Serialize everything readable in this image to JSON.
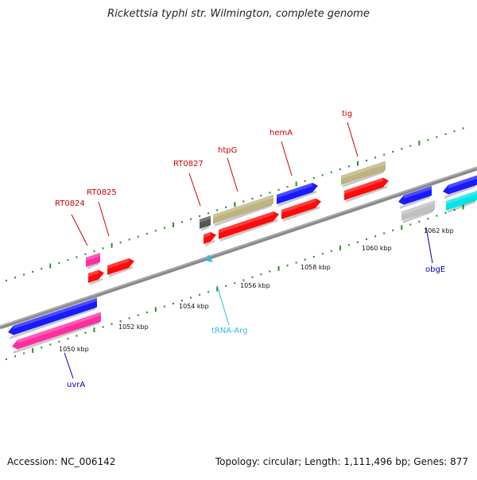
{
  "title": "Rickettsia typhi str. Wilmington, complete genome",
  "footer": {
    "accession": "Accession: NC_006142",
    "summary": "Topology: circular; Length: 1,111,496 bp; Genes: 877"
  },
  "colors": {
    "background": "#ffffff",
    "backbone": "#808080",
    "tick": "#2e8b2e",
    "label_red": "#cc0000",
    "label_blue": "#0000b0",
    "label_cyan": "#33bbdd",
    "feature_blue": "#1a1aff",
    "feature_pink": "#ff2ea0",
    "feature_red": "#ff0a0a",
    "feature_khaki": "#bdb480",
    "feature_gray": "#c0c0c0",
    "feature_dark": "#555555",
    "feature_cyan": "#00e5e5"
  },
  "map": {
    "scale_labels": [
      "1050 kbp",
      "1052 kbp",
      "1054 kbp",
      "1056 kbp",
      "1058 kbp",
      "1060 kbp",
      "1062 kbp"
    ],
    "gene_labels": [
      {
        "text": "RT0824",
        "color": "label_red"
      },
      {
        "text": "RT0825",
        "color": "label_red"
      },
      {
        "text": "RT0827",
        "color": "label_red"
      },
      {
        "text": "htpG",
        "color": "label_red"
      },
      {
        "text": "hemA",
        "color": "label_red"
      },
      {
        "text": "tig",
        "color": "label_red"
      },
      {
        "text": "uvrA",
        "color": "label_blue"
      },
      {
        "text": "tRNA-Arg",
        "color": "label_cyan"
      },
      {
        "text": "obgE",
        "color": "label_blue"
      }
    ]
  }
}
